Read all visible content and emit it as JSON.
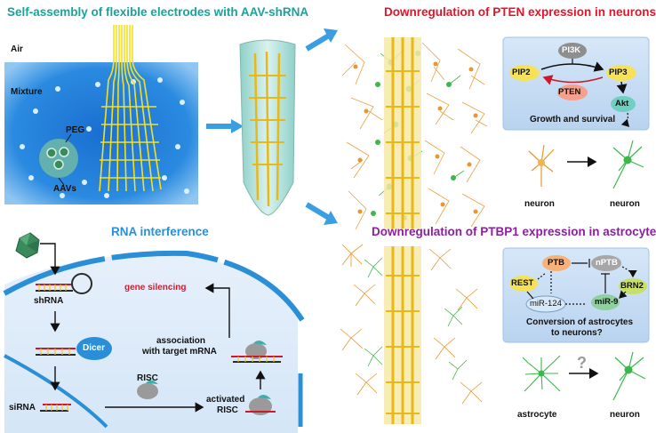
{
  "titles": {
    "top_left": "Self-assembly of flexible electrodes with AAV-shRNA",
    "top_right": "Downregulation of PTEN expression in neurons",
    "rna": "RNA interference",
    "bottom_right": "Downregulation of PTBP1 expression in astrocytes"
  },
  "self_assembly": {
    "air": "Air",
    "mixture": "Mixture",
    "peg": "PEG",
    "aavs": "AAVs"
  },
  "pten_pathway": {
    "pi3k": "PI3K",
    "pip2": "PIP2",
    "pip3": "PIP3",
    "pten": "PTEN",
    "akt": "Akt",
    "caption": "Growth and survival"
  },
  "pten_cells": {
    "left": "neuron",
    "right": "neuron"
  },
  "rnai": {
    "shrna": "shRNA",
    "dicer": "Dicer",
    "sirna": "siRNA",
    "risc": "RISC",
    "activated_risc_line1": "activated",
    "activated_risc_line2": "RISC",
    "association_line1": "association",
    "association_line2": "with target mRNA",
    "gene_silencing": "gene silencing"
  },
  "ptbp1_network": {
    "ptb": "PTB",
    "nptb": "nPTB",
    "rest": "REST",
    "brn2": "BRN2",
    "mir124": "miR-124",
    "mir9": "miR-9",
    "caption_line1": "Conversion of astrocytes",
    "caption_line2": "to neurons?"
  },
  "ptbp1_cells": {
    "left": "astrocyte",
    "question": "?",
    "right": "neuron"
  },
  "colors": {
    "title_teal": "#1aa39a",
    "title_red": "#e0152a",
    "title_purple": "#8b1fa0",
    "rna_blue": "#2a8fd6",
    "electrode_yellow": "#f5d21a",
    "neuron_orange": "#e8962e",
    "astrocyte_green": "#3cb84a",
    "panel_blue": "#c9def5"
  }
}
